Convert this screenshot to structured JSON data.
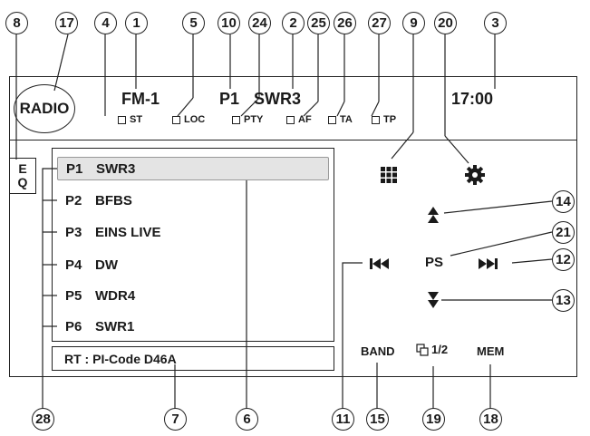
{
  "header": {
    "source_label": "RADIO",
    "band": "FM-1",
    "preset": "P1",
    "station": "SWR3",
    "clock": "17:00",
    "flags": {
      "st": "ST",
      "loc": "LOC",
      "pty": "PTY",
      "af": "AF",
      "ta": "TA",
      "tp": "TP"
    }
  },
  "eq_button": {
    "line1": "E",
    "line2": "Q"
  },
  "presets": [
    {
      "num": "P1",
      "name": "SWR3",
      "selected": true
    },
    {
      "num": "P2",
      "name": "BFBS",
      "selected": false
    },
    {
      "num": "P3",
      "name": "EINS LIVE",
      "selected": false
    },
    {
      "num": "P4",
      "name": "DW",
      "selected": false
    },
    {
      "num": "P5",
      "name": "WDR4",
      "selected": false
    },
    {
      "num": "P6",
      "name": "SWR1",
      "selected": false
    }
  ],
  "radio_text": "RT :  PI-Code D46A",
  "controls": {
    "grid_icon": "grid-icon",
    "settings_icon": "gear-icon",
    "seek_up_icon": "up-arrow-icon",
    "seek_down_icon": "down-arrow-icon",
    "prev_icon": "skip-back-icon",
    "next_icon": "skip-forward-icon",
    "ps_label": "PS",
    "band_label": "BAND",
    "page_label": "1/2",
    "mem_label": "MEM"
  },
  "callouts": {
    "c1": "1",
    "c2": "2",
    "c3": "3",
    "c4": "4",
    "c5": "5",
    "c6": "6",
    "c7": "7",
    "c8": "8",
    "c9": "9",
    "c10": "10",
    "c11": "11",
    "c12": "12",
    "c13": "13",
    "c14": "14",
    "c15": "15",
    "c17": "17",
    "c18": "18",
    "c19": "19",
    "c20": "20",
    "c21": "21",
    "c24": "24",
    "c25": "25",
    "c26": "26",
    "c27": "27",
    "c28": "28"
  }
}
